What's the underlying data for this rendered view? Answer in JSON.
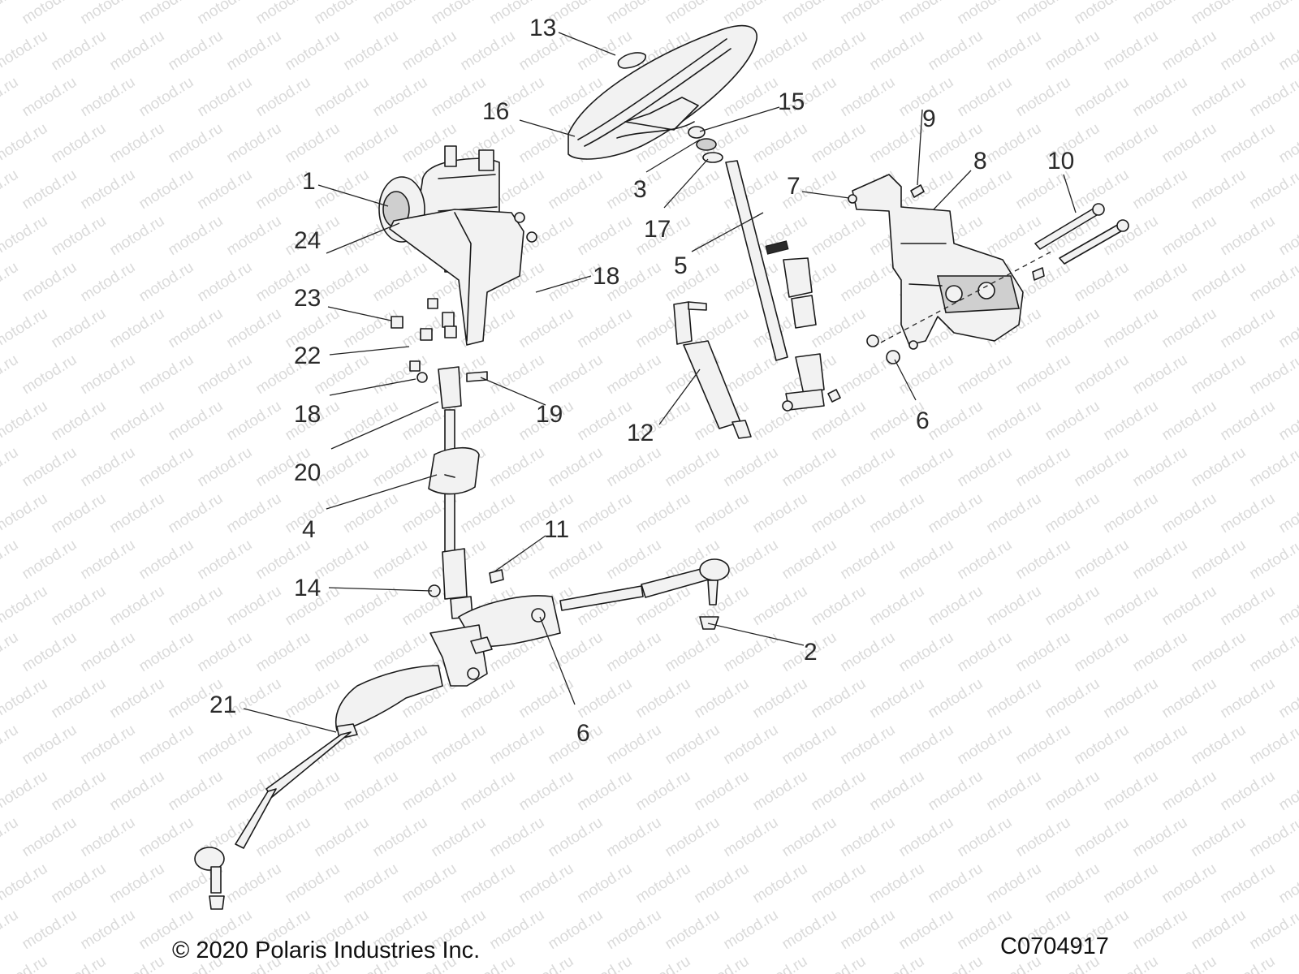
{
  "watermark": "motod.ru",
  "copyright": "© 2020 Polaris Industries Inc.",
  "drawing_code": "C0704917",
  "callouts": {
    "c1": "1",
    "c2": "2",
    "c3": "3",
    "c4": "4",
    "c5": "5",
    "c6a": "6",
    "c6b": "6",
    "c7": "7",
    "c8": "8",
    "c9": "9",
    "c10": "10",
    "c11": "11",
    "c12": "12",
    "c13": "13",
    "c14": "14",
    "c15": "15",
    "c16": "16",
    "c17": "17",
    "c18a": "18",
    "c18b": "18",
    "c19": "19",
    "c20": "20",
    "c21": "21",
    "c22": "22",
    "c23": "23",
    "c24": "24"
  }
}
